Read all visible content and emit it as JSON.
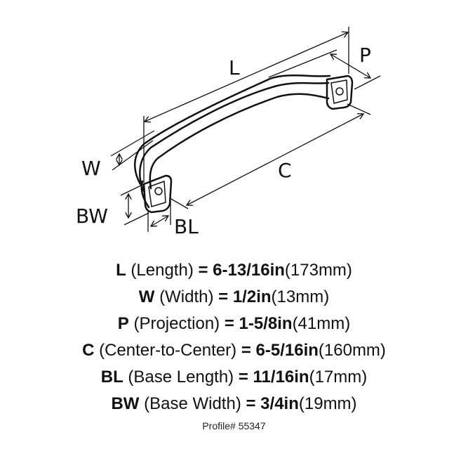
{
  "diagram_labels": {
    "L": "L",
    "P": "P",
    "W": "W",
    "C": "C",
    "BW": "BW",
    "BL": "BL"
  },
  "specs": [
    {
      "code": "L",
      "name": "(Length)",
      "eq": "=",
      "inch": "6-13/16in",
      "mm": "(173mm)"
    },
    {
      "code": "W",
      "name": "(Width)",
      "eq": "=",
      "inch": "1/2in",
      "mm": "(13mm)"
    },
    {
      "code": "P",
      "name": "(Projection)",
      "eq": "=",
      "inch": "1-5/8in",
      "mm": "(41mm)"
    },
    {
      "code": "C",
      "name": "(Center-to-Center)",
      "eq": "=",
      "inch": "6-5/16in",
      "mm": "(160mm)"
    },
    {
      "code": "BL",
      "name": "(Base Length)",
      "eq": "=",
      "inch": "11/16in",
      "mm": "(17mm)"
    },
    {
      "code": "BW",
      "name": "(Base Width)",
      "eq": "=",
      "inch": "3/4in",
      "mm": "(19mm)"
    }
  ],
  "profile": "Profile# 55347"
}
